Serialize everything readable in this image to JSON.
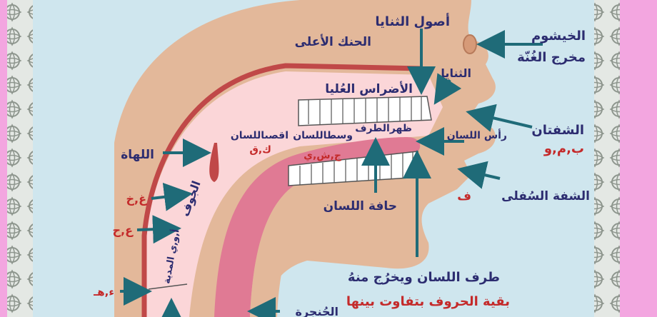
{
  "colors": {
    "frame_outer": "#f3a6e0",
    "border": "#d8ddd8",
    "background": "#cfe6ee",
    "skin": "#e3b89a",
    "palate": "#c04848",
    "mouth": "#fbd6d8",
    "tongue": "#e07a94",
    "arrow": "#1f6b78",
    "label_dark": "#2c2c70",
    "label_red": "#c42a2a"
  },
  "labels": {
    "khayshum": "الخيشوم",
    "ghunna_exit": "مخرج الغُنّة",
    "usul_thanaya": "أصول الثنايا",
    "hanak_aala": "الحنك الأعلى",
    "thanaya": "الثنايا",
    "adras_ulya": "الأضراس العُليا",
    "shafatan": "الشفتان",
    "shafatan_letters": "ب,م,و",
    "zahr_tarf": "ظهرالطرف",
    "ras_lisan": "رأس اللسان",
    "wasat_lisan": "وسطاللسان",
    "aqsa_lisan": "اقصىاللسان",
    "jsh_letters": "ج,ش,ي",
    "kq_letters": "ك,ق",
    "lahat": "اللهاة",
    "ghayn_kha": "غ,خ",
    "ayn_ha": "ع,ح",
    "jawf": "الجوف",
    "madd_letters": "أ,و,ي المدية",
    "shafa_sufla": "الشفة السُفلى",
    "fa": "ف",
    "hafat_lisan": "حافة اللسان",
    "tarf_line1": "طرف اللسان ويخرُج منهُ",
    "tarf_line2": "بقية الحروف بتفاوت بينها",
    "hamza_ha": "ء,هـ",
    "hunjura": "الحُنجرة"
  }
}
